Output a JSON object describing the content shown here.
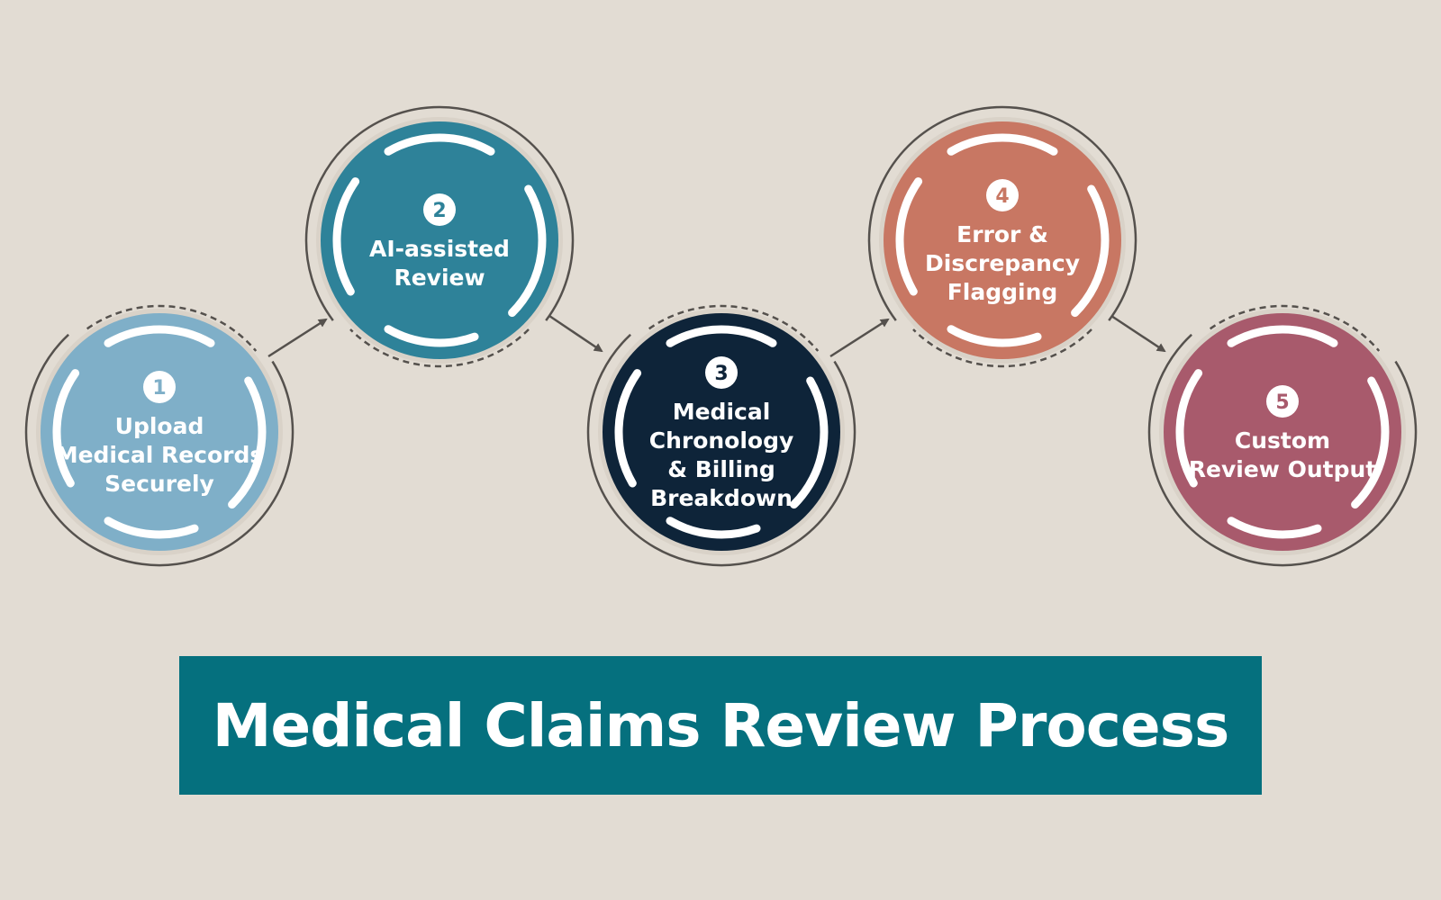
{
  "title": "Medical Claims Review Process",
  "steps": [
    {
      "number": "1",
      "lines": [
        "Upload",
        "Medical Records",
        "Securely"
      ],
      "color": "#7fafc8"
    },
    {
      "number": "2",
      "lines": [
        "AI-assisted",
        "Review"
      ],
      "color": "#2e8299"
    },
    {
      "number": "3",
      "lines": [
        "Medical",
        "Chronology",
        "& Billing",
        "Breakdown"
      ],
      "color": "#0e2439"
    },
    {
      "number": "4",
      "lines": [
        "Error &",
        "Discrepancy",
        "Flagging"
      ],
      "color": "#c87763"
    },
    {
      "number": "5",
      "lines": [
        "Custom",
        "Review Output"
      ],
      "color": "#a85a6c"
    }
  ],
  "colors": {
    "background": "#e2dcd3",
    "banner": "#05707e",
    "ring": "#55514d"
  }
}
